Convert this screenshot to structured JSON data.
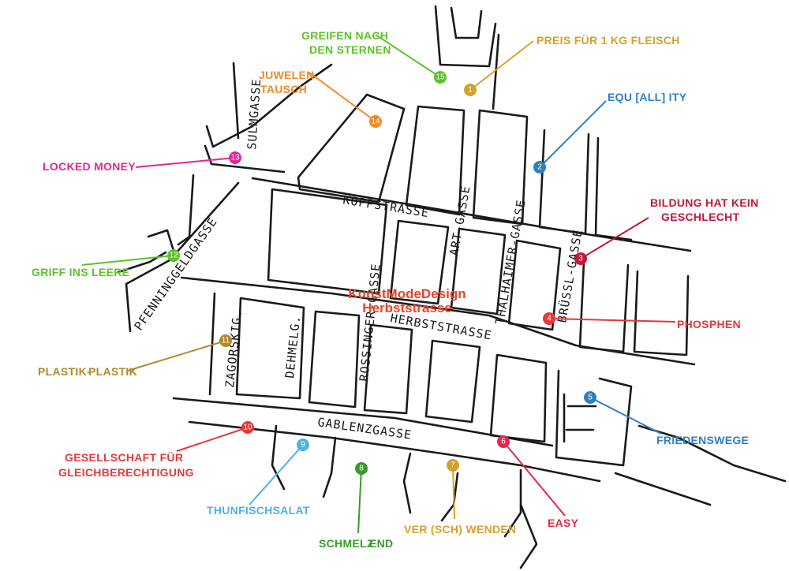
{
  "center": {
    "line1": "KunstModeDesign",
    "line2": "Herbststrasse",
    "color": "#e8442a"
  },
  "streets": {
    "koppstrasse": "KOPPSTRASSE",
    "herbststrasse": "HERBSTSTRASSE",
    "gablenzgasse": "GABLENZGASSE",
    "pfenninggeldgasse": "PFENNINGGELDGASSE",
    "sulmgasse": "SULMGASSE",
    "artgasse": "ART-GASSE",
    "thalhaimergasse": "THALHAIMER-GASSE",
    "brussl": "BRÜSSL-GASSE",
    "rossinger": "ROSSINGER-GASSE",
    "zagorskig": "ZAGORSKIG.",
    "dehmelg": "DEHMELG."
  },
  "markers": [
    {
      "n": "1",
      "label": "PREIS FÜR 1 KG FLEISCH",
      "color": "#d6a02e"
    },
    {
      "n": "2",
      "label": "EQU [ALL] ITY",
      "color": "#2f7fc1"
    },
    {
      "n": "3",
      "label": "BILDUNG HAT KEIN",
      "label2": "GESCHLECHT",
      "color": "#c0193a"
    },
    {
      "n": "4",
      "label": "PHOSPHEN",
      "color": "#e5383b"
    },
    {
      "n": "5",
      "label": "FRIEDENSWEGE",
      "color": "#2f7fc1"
    },
    {
      "n": "6",
      "label": "EASY",
      "color": "#e0294f"
    },
    {
      "n": "7",
      "label": "VER (SCH) WENDEN",
      "color": "#d6a02e"
    },
    {
      "n": "8",
      "label": "SCHMELZ",
      "label2": "END",
      "color": "#3a9a2b"
    },
    {
      "n": "9",
      "label": "THUNFISCHSALAT",
      "color": "#4fb2e3"
    },
    {
      "n": "10",
      "label": "GESELLSCHAFT FÜR",
      "label2": "GLEICHBERECHTIGUNG",
      "color": "#e5383b"
    },
    {
      "n": "11",
      "label": "PLASTIK-",
      "label2": "PLASTIK",
      "color": "#b28a2e"
    },
    {
      "n": "12",
      "label": "GRIFF INS LEERE",
      "color": "#5cc32a"
    },
    {
      "n": "13",
      "label": "LOCKED MONEY",
      "color": "#e0289a"
    },
    {
      "n": "14",
      "label": "JUWELEN",
      "label2": "TAUSCH",
      "color": "#f08a24"
    },
    {
      "n": "15",
      "label": "GREIFEN NACH",
      "label2": "DEN STERNEN",
      "color": "#5cc32a"
    }
  ]
}
